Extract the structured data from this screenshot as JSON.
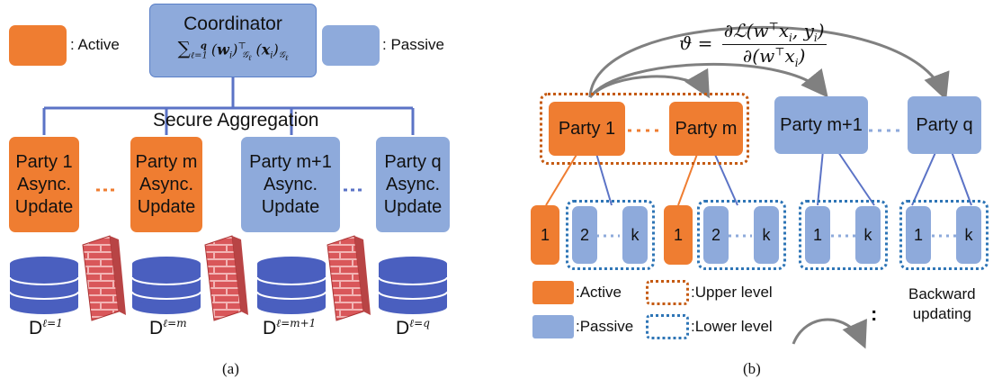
{
  "panel_a": {
    "coordinator_title": "Coordinator",
    "coordinator_formula": "Σ_{ℓ=1}^{q} (w_i)^⊤_{G_ℓ} (x_i)_{G_ℓ}",
    "legend_active": ": Active",
    "legend_passive": ": Passive",
    "secure_aggregation": "Secure Aggregation",
    "parties": [
      {
        "name": "Party 1",
        "line2": "Async.",
        "line3": "Update",
        "type": "active",
        "db_label": "D",
        "db_sup": "ℓ=1"
      },
      {
        "name": "Party m",
        "line2": "Async.",
        "line3": "Update",
        "type": "active",
        "db_label": "D",
        "db_sup": "ℓ=m"
      },
      {
        "name": "Party m+1",
        "line2": "Async.",
        "line3": "Update",
        "type": "passive",
        "db_label": "D",
        "db_sup": "ℓ=m+1"
      },
      {
        "name": "Party q",
        "line2": "Async.",
        "line3": "Update",
        "type": "passive",
        "db_label": "D",
        "db_sup": "ℓ=q"
      }
    ],
    "caption": "(a)"
  },
  "panel_b": {
    "theta_formula": "ϑ = ∂ℒ(w⊤xᵢ, yᵢ) / ∂(w⊤xᵢ)",
    "parties": [
      "Party 1",
      "Party m",
      "Party m+1",
      "Party q"
    ],
    "leaf_labels": [
      "1",
      "2",
      "k",
      "1",
      "2",
      "k",
      "1",
      "k",
      "1",
      "k"
    ],
    "legend": {
      "active": ":Active",
      "passive": ":Passive",
      "upper": ":Upper level",
      "lower": ":Lower level",
      "backward_1": "Backward",
      "backward_2": "updating"
    },
    "caption": "(b)"
  },
  "colors": {
    "active": "#ef7d31",
    "passive": "#8eaadb",
    "db": "#4a5fbf",
    "upper_level": "#c55a11",
    "lower_level": "#2e75b6",
    "link_line": "#5b73c6",
    "arrow": "#808080",
    "brick": "#d9575a"
  }
}
